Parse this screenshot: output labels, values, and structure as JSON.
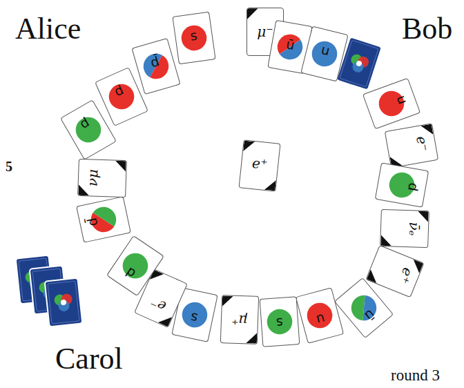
{
  "diagram": {
    "nodes": [
      {
        "text": [
          "d"
        ]
      },
      {
        "text": [
          "d"
        ]
      },
      {
        "text": [
          "d̄"
        ]
      },
      {
        "text": [
          "s"
        ]
      },
      {
        "text": [
          "μ⁻"
        ]
      },
      {
        "text": [
          "ū"
        ]
      },
      {
        "text": [
          "u"
        ]
      },
      {
        "text": [
          "u"
        ]
      },
      {
        "text": [
          "e⁻"
        ]
      },
      {
        "text": [
          "d"
        ]
      },
      {
        "text": [
          "ν̄ₑ"
        ]
      },
      {
        "text": [
          "e⁺"
        ]
      },
      {
        "text": [
          "ū"
        ]
      },
      {
        "text": [
          "u"
        ]
      },
      {
        "text": [
          "s"
        ]
      },
      {
        "text": [
          "μ⁺"
        ]
      },
      {
        "text": [
          "s"
        ]
      },
      {
        "text": [
          "e⁻"
        ]
      },
      {
        "text": [
          "d"
        ]
      },
      {
        "text": [
          "d̄"
        ]
      },
      {
        "text": [
          "νμ"
        ]
      },
      {
        "text": [
          "e⁺"
        ]
      }
    ],
    "labels": [
      "Alice",
      "Bob",
      "5",
      "Carol",
      "round 3"
    ]
  }
}
